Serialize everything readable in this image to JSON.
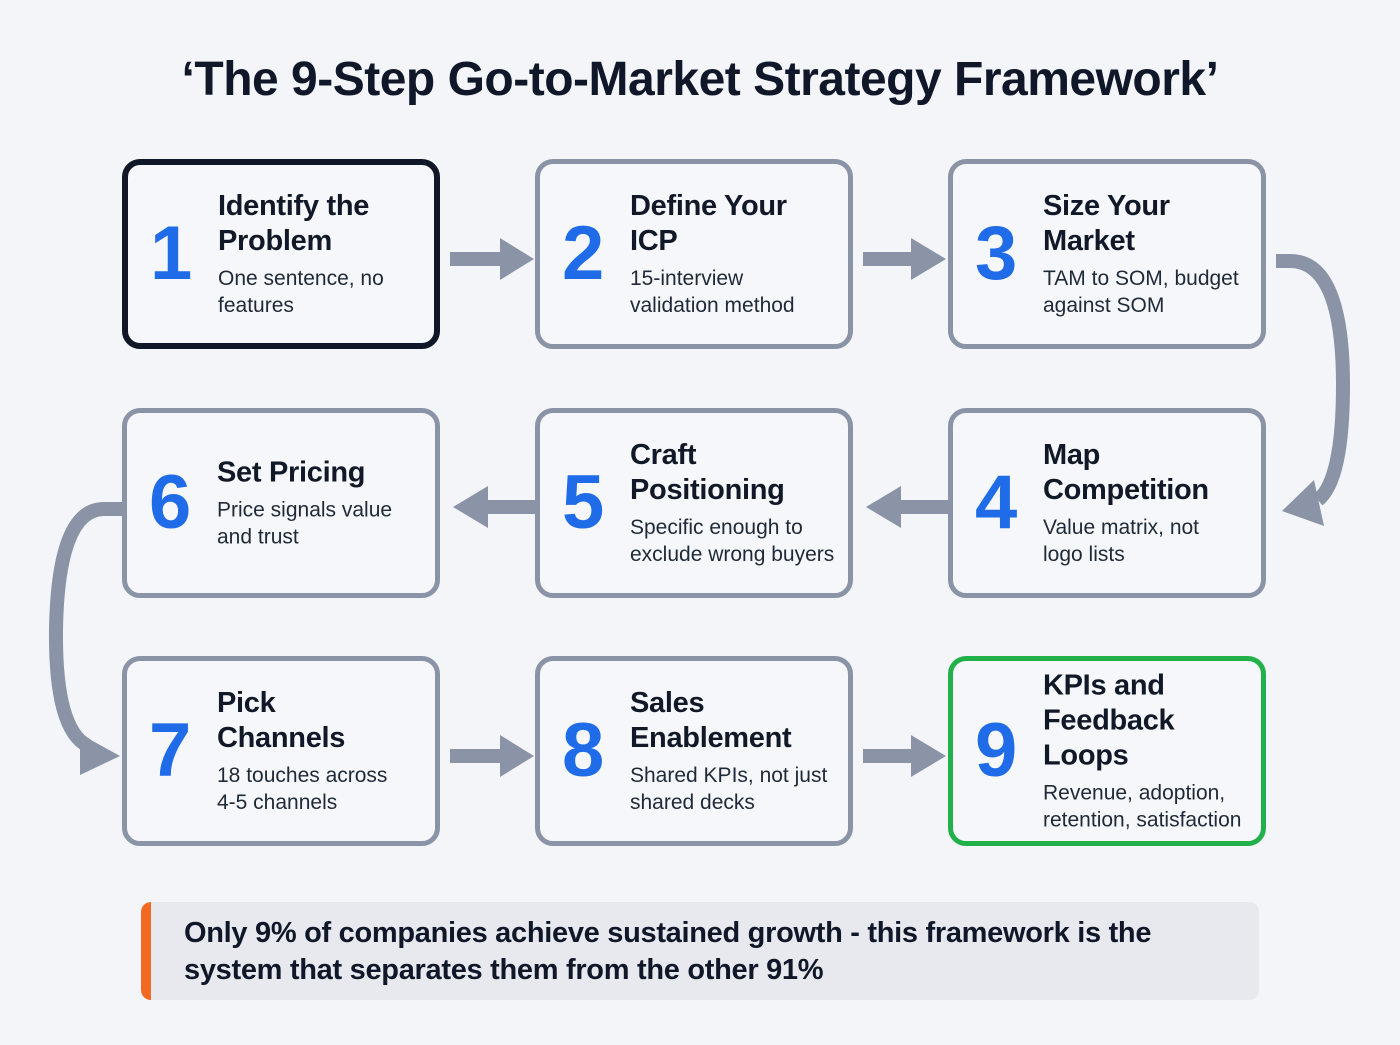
{
  "title": "‘The 9-Step Go-to-Market Strategy Framework’",
  "steps": [
    {
      "number": "1",
      "heading_line1": "Identify the",
      "heading_line2": "Problem",
      "desc_line1": "One sentence, no",
      "desc_line2": "features",
      "state": "active"
    },
    {
      "number": "2",
      "heading_line1": "Define Your",
      "heading_line2": "ICP",
      "desc_line1": "15-interview",
      "desc_line2": "validation method",
      "state": "default"
    },
    {
      "number": "3",
      "heading_line1": "Size Your",
      "heading_line2": "Market",
      "desc_line1": "TAM to SOM, budget",
      "desc_line2": "against SOM",
      "state": "default"
    },
    {
      "number": "4",
      "heading_line1": "Map",
      "heading_line2": "Competition",
      "desc_line1": "Value matrix, not",
      "desc_line2": "logo lists",
      "state": "default"
    },
    {
      "number": "5",
      "heading_line1": "Craft",
      "heading_line2": "Positioning",
      "desc_line1": "Specific enough to",
      "desc_line2": "exclude wrong buyers",
      "state": "default"
    },
    {
      "number": "6",
      "heading_line1": "Set Pricing",
      "heading_line2": "",
      "desc_line1": "Price signals value",
      "desc_line2": "and trust",
      "state": "default"
    },
    {
      "number": "7",
      "heading_line1": "Pick",
      "heading_line2": "Channels",
      "desc_line1": "18 touches across",
      "desc_line2": "4-5 channels",
      "state": "default"
    },
    {
      "number": "8",
      "heading_line1": "Sales",
      "heading_line2": "Enablement",
      "desc_line1": "Shared KPIs, not just",
      "desc_line2": "shared decks",
      "state": "default"
    },
    {
      "number": "9",
      "heading_line1": "KPIs and",
      "heading_line2": "Feedback Loops",
      "desc_line1": "Revenue, adoption,",
      "desc_line2": "retention, satisfaction",
      "state": "final"
    }
  ],
  "callout": {
    "line1": "Only 9% of companies achieve sustained growth - this framework is the",
    "line2": "system that separates them from the other 91%"
  },
  "colors": {
    "background": "#f3f5f8",
    "number": "#1f6be8",
    "border_default": "#8a94a6",
    "border_active": "#101828",
    "border_final": "#22b04b",
    "arrow": "#8a94a6",
    "callout_accent": "#f26a21",
    "callout_bg": "#e7e9ee"
  }
}
